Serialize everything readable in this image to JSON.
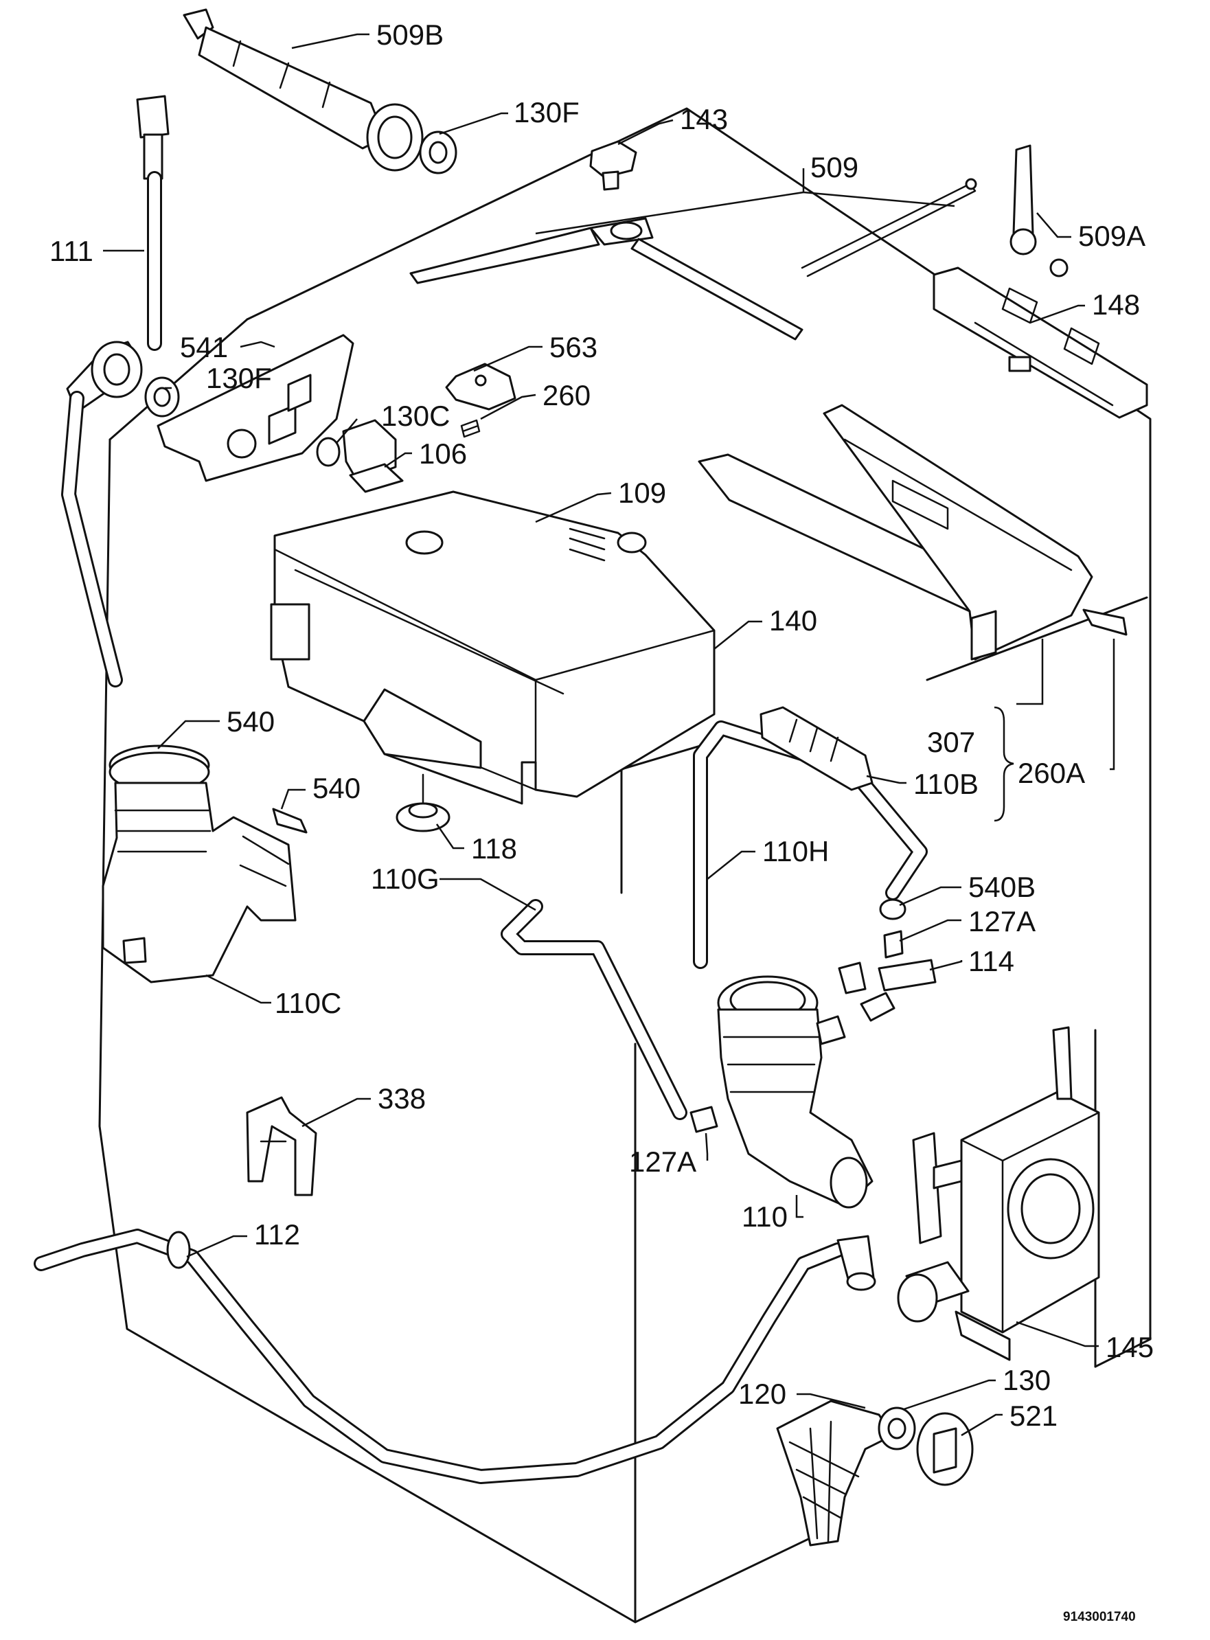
{
  "labels": {
    "p509b": "509B",
    "p130f_top": "130F",
    "p143": "143",
    "p509": "509",
    "p509a": "509A",
    "p111": "111",
    "p148": "148",
    "p541": "541",
    "p563": "563",
    "p130f_mid": "130F",
    "p260": "260",
    "p130c": "130C",
    "p106": "106",
    "p109": "109",
    "p140": "140",
    "p540_top": "540",
    "p540_side": "540",
    "p307": "307",
    "p260a": "260A",
    "p110b": "110B",
    "p118": "118",
    "p110h": "110H",
    "p540b": "540B",
    "p127a_right": "127A",
    "p114": "114",
    "p110c": "110C",
    "p110g": "110G",
    "p338": "338",
    "p127a_mid": "127A",
    "p110": "110",
    "p112": "112",
    "p145": "145",
    "p130": "130",
    "p120": "120",
    "p521": "521"
  },
  "document_number": "9143001740"
}
